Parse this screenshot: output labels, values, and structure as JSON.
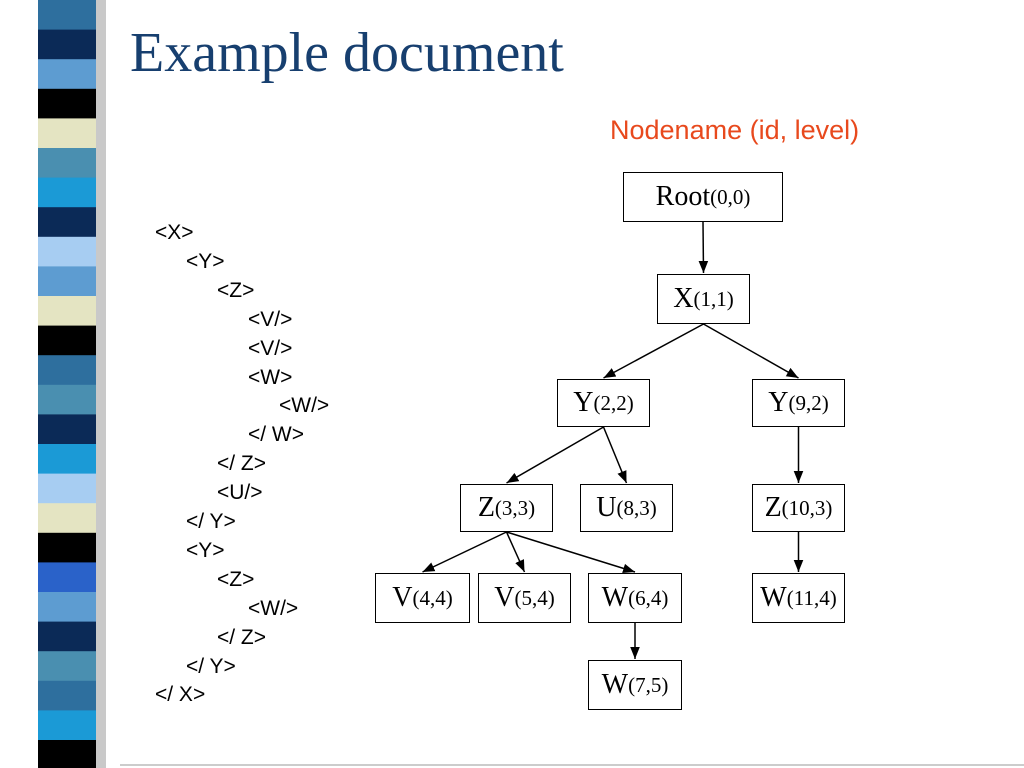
{
  "title": "Example document",
  "legend": "Nodename (id, level)",
  "colors": {
    "title": "#173f6f",
    "legend": "#e8491d",
    "stripe": [
      "#2e6f9e",
      "#0b2a57",
      "#5d9cd1",
      "#000000",
      "#e4e4c2",
      "#4a8fb0",
      "#1b9ad6",
      "#2a62c9",
      "#a7cdf2"
    ]
  },
  "xml_lines": [
    {
      "text": "<X>",
      "indent": 0
    },
    {
      "text": "<Y>",
      "indent": 1
    },
    {
      "text": "<Z>",
      "indent": 2
    },
    {
      "text": "<V/>",
      "indent": 3
    },
    {
      "text": "<V/>",
      "indent": 3
    },
    {
      "text": "<W>",
      "indent": 3
    },
    {
      "text": "<W/>",
      "indent": 4
    },
    {
      "text": "</ W>",
      "indent": 3
    },
    {
      "text": "</ Z>",
      "indent": 2
    },
    {
      "text": "<U/>",
      "indent": 2
    },
    {
      "text": "</ Y>",
      "indent": 1
    },
    {
      "text": "<Y>",
      "indent": 1
    },
    {
      "text": "<Z>",
      "indent": 2
    },
    {
      "text": "<W/>",
      "indent": 3
    },
    {
      "text": "</ Z>",
      "indent": 2
    },
    {
      "text": "</ Y>",
      "indent": 1
    },
    {
      "text": "</ X>",
      "indent": 0
    }
  ],
  "tree": {
    "nodes": [
      {
        "key": "root",
        "name": "Root",
        "meta": "(0,0)"
      },
      {
        "key": "x1",
        "name": "X",
        "meta": "(1,1)"
      },
      {
        "key": "y2",
        "name": "Y",
        "meta": "(2,2)"
      },
      {
        "key": "y9",
        "name": "Y",
        "meta": "(9,2)"
      },
      {
        "key": "z3",
        "name": "Z",
        "meta": "(3,3)"
      },
      {
        "key": "u8",
        "name": "U",
        "meta": "(8,3)"
      },
      {
        "key": "z10",
        "name": "Z",
        "meta": "(10,3)"
      },
      {
        "key": "v4",
        "name": "V",
        "meta": "(4,4)"
      },
      {
        "key": "v5",
        "name": "V",
        "meta": "(5,4)"
      },
      {
        "key": "w6",
        "name": "W",
        "meta": "(6,4)"
      },
      {
        "key": "w11",
        "name": "W",
        "meta": "(11,4)"
      },
      {
        "key": "w7",
        "name": "W",
        "meta": "(7,5)"
      }
    ],
    "edges": [
      [
        "root",
        "x1"
      ],
      [
        "x1",
        "y2"
      ],
      [
        "x1",
        "y9"
      ],
      [
        "y2",
        "z3"
      ],
      [
        "y2",
        "u8"
      ],
      [
        "y9",
        "z10"
      ],
      [
        "z3",
        "v4"
      ],
      [
        "z3",
        "v5"
      ],
      [
        "z3",
        "w6"
      ],
      [
        "w6",
        "w7"
      ],
      [
        "z10",
        "w11"
      ]
    ]
  }
}
